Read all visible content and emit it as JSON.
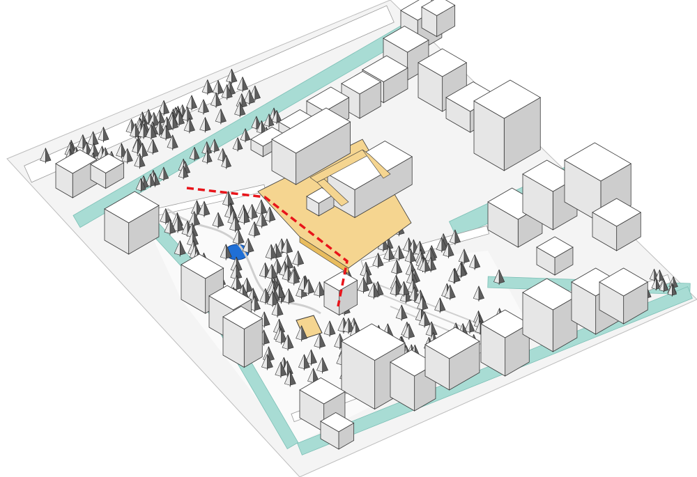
{
  "diagram": {
    "kind": "axonometric-site-plan",
    "colors": {
      "background": "#ffffff",
      "ground": "#f4f4f4",
      "water": "#a8dcd4",
      "building_top": "#ffffff",
      "building_left": "#e6e6e6",
      "building_right": "#cdcdcd",
      "outline": "#3a3a3a",
      "tree_light": "#e9e9e9",
      "tree_dark": "#5e5e5e",
      "highlight_yellow": "#f5d590",
      "highlight_yellow_dark": "#e8bc5e",
      "pond_blue": "#1f6fd6",
      "route_red": "#e8141a"
    },
    "elements": [
      "site-ground",
      "canal-north",
      "canal-east",
      "canal-southwest",
      "canal-south",
      "main-building-complex",
      "yellow-highlight-frame",
      "blue-pond",
      "yellow-plaza",
      "red-dashed-route",
      "tree-groves",
      "surrounding-buildings"
    ]
  }
}
